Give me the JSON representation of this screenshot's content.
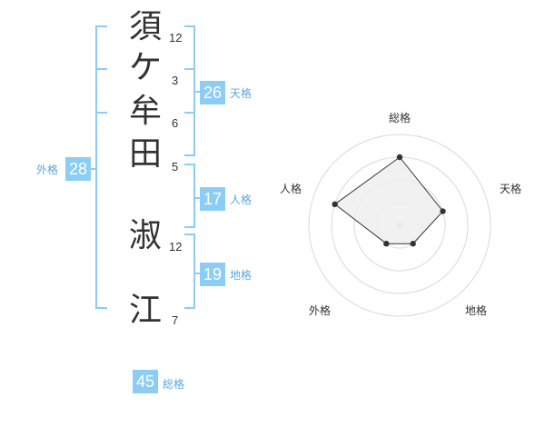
{
  "name_chars": [
    {
      "char": "須",
      "strokes": "12"
    },
    {
      "char": "ケ",
      "strokes": "3"
    },
    {
      "char": "牟",
      "strokes": "6"
    },
    {
      "char": "田",
      "strokes": "5"
    },
    {
      "char": "淑",
      "strokes": "12"
    },
    {
      "char": "江",
      "strokes": "7"
    }
  ],
  "kaku": {
    "tenkaku": {
      "value": "26",
      "label": "天格"
    },
    "jinkaku": {
      "value": "17",
      "label": "人格"
    },
    "chikaku": {
      "value": "19",
      "label": "地格"
    },
    "gaikaku": {
      "value": "28",
      "label": "外格"
    },
    "soukaku": {
      "value": "45",
      "label": "総格"
    }
  },
  "colors": {
    "bracket": "#8ccdf5",
    "badge": "#8ccdf5",
    "badge_text": "#ffffff",
    "label": "#5aa9dc",
    "radar_grid": "#d9d9d9",
    "radar_fill": "#efefef",
    "radar_line": "#333333"
  },
  "chart_data": {
    "type": "radar",
    "axes": [
      "総格",
      "天格",
      "地格",
      "外格",
      "人格"
    ],
    "rings": 4,
    "values": [
      3,
      2,
      1,
      1,
      3
    ],
    "max": 4
  }
}
